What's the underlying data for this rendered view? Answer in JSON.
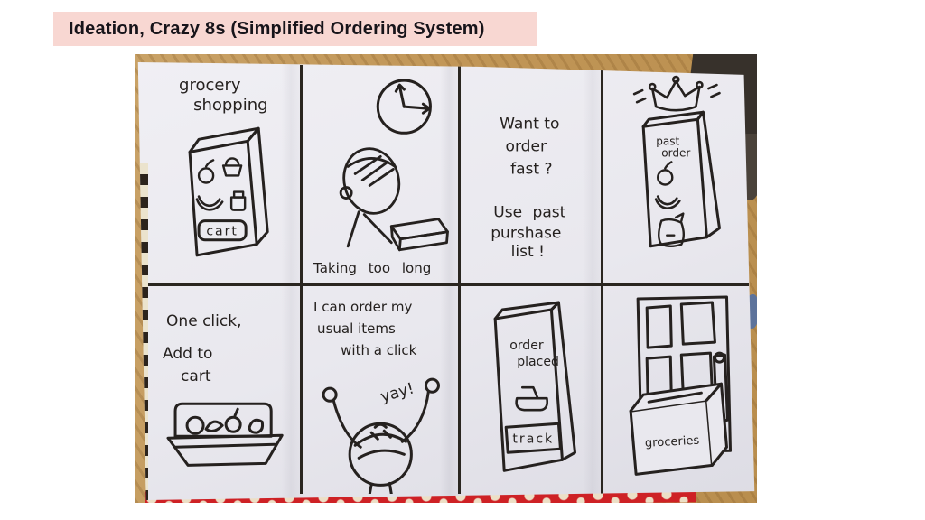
{
  "slide": {
    "title": "Ideation, Crazy 8s (Simplified Ordering System)"
  },
  "colors": {
    "banner_pink": "#f8d7d2",
    "paper": "#e9e8ee",
    "ink": "#25211f",
    "wood_table": "#c19657",
    "fabric_red": "#ce2125"
  },
  "panels": {
    "grocery_shopping": {
      "line1": "grocery",
      "line2": "shopping",
      "button": "cart"
    },
    "taking_too_long": {
      "caption": "Taking too long"
    },
    "want_to_order_fast": {
      "l1": "Want to",
      "l2": "order",
      "l3": "fast ?",
      "l4": "Use past",
      "l5": "purshase",
      "l6": "list !"
    },
    "past_order": {
      "screen1": "past",
      "screen2": "order"
    },
    "one_click_add_to_cart": {
      "l1": "One click,",
      "l2": "Add to",
      "l3": "cart"
    },
    "usual_items_with_click": {
      "l1": "I can order my",
      "l2": "usual items",
      "l3": "with a click",
      "cheer": "yay!"
    },
    "order_placed_track": {
      "screen1": "order",
      "screen2": "placed",
      "button": "track"
    },
    "doorstep_delivery": {
      "box_label": "groceries"
    }
  }
}
